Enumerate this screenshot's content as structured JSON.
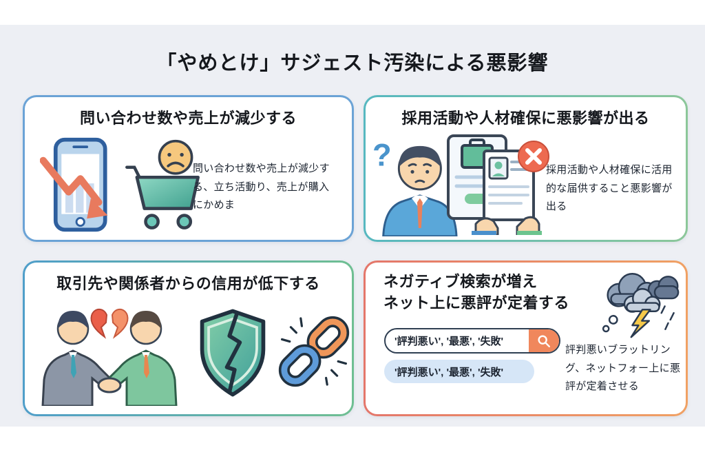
{
  "page": {
    "title": "「やめとけ」サジェスト汚染による悪影響",
    "background_color": "#edeff4"
  },
  "cards": {
    "sales": {
      "title": "問い合わせ数や売上が減少する",
      "body": "問い合わせ数や売上が減少する、立ち活動り、売上が購入にかめま",
      "border_color": "#6ba3d6",
      "icons": [
        "phone-decline-chart-icon",
        "sad-face-icon",
        "shopping-cart-icon"
      ]
    },
    "recruit": {
      "title": "採用活動や人材確保に悪影響が出る",
      "body": "採用活動や人材確保に活用的な届供すること悪影響が出る",
      "border_colors": [
        "#56b8c0",
        "#8cc79a"
      ],
      "icons": [
        "question-mark-icon",
        "worried-businessman-icon",
        "job-document-icon",
        "rejected-resume-icon"
      ]
    },
    "trust": {
      "title": "取引先や関係者からの信用が低下する",
      "border_colors": [
        "#4f9ec9",
        "#6fbf92"
      ],
      "icons": [
        "broken-handshake-icon",
        "broken-heart-icon",
        "broken-shield-icon",
        "broken-chain-icon"
      ]
    },
    "search": {
      "title_line1": "ネガティブ検索が増え",
      "title_line2": "ネット上に悪評が定着する",
      "search_query1": "'評判悪い', '最悪', '失敗'",
      "search_query2": "'評判悪い', '最悪', '失敗'",
      "body": "評判悪いブラットリング、ネットフォー上に悪評が定着させる",
      "border_colors": [
        "#e4766a",
        "#f0a164"
      ],
      "accent_color": "#f0875c",
      "icons": [
        "storm-cloud-icon",
        "lightning-icon",
        "search-icon"
      ]
    }
  }
}
